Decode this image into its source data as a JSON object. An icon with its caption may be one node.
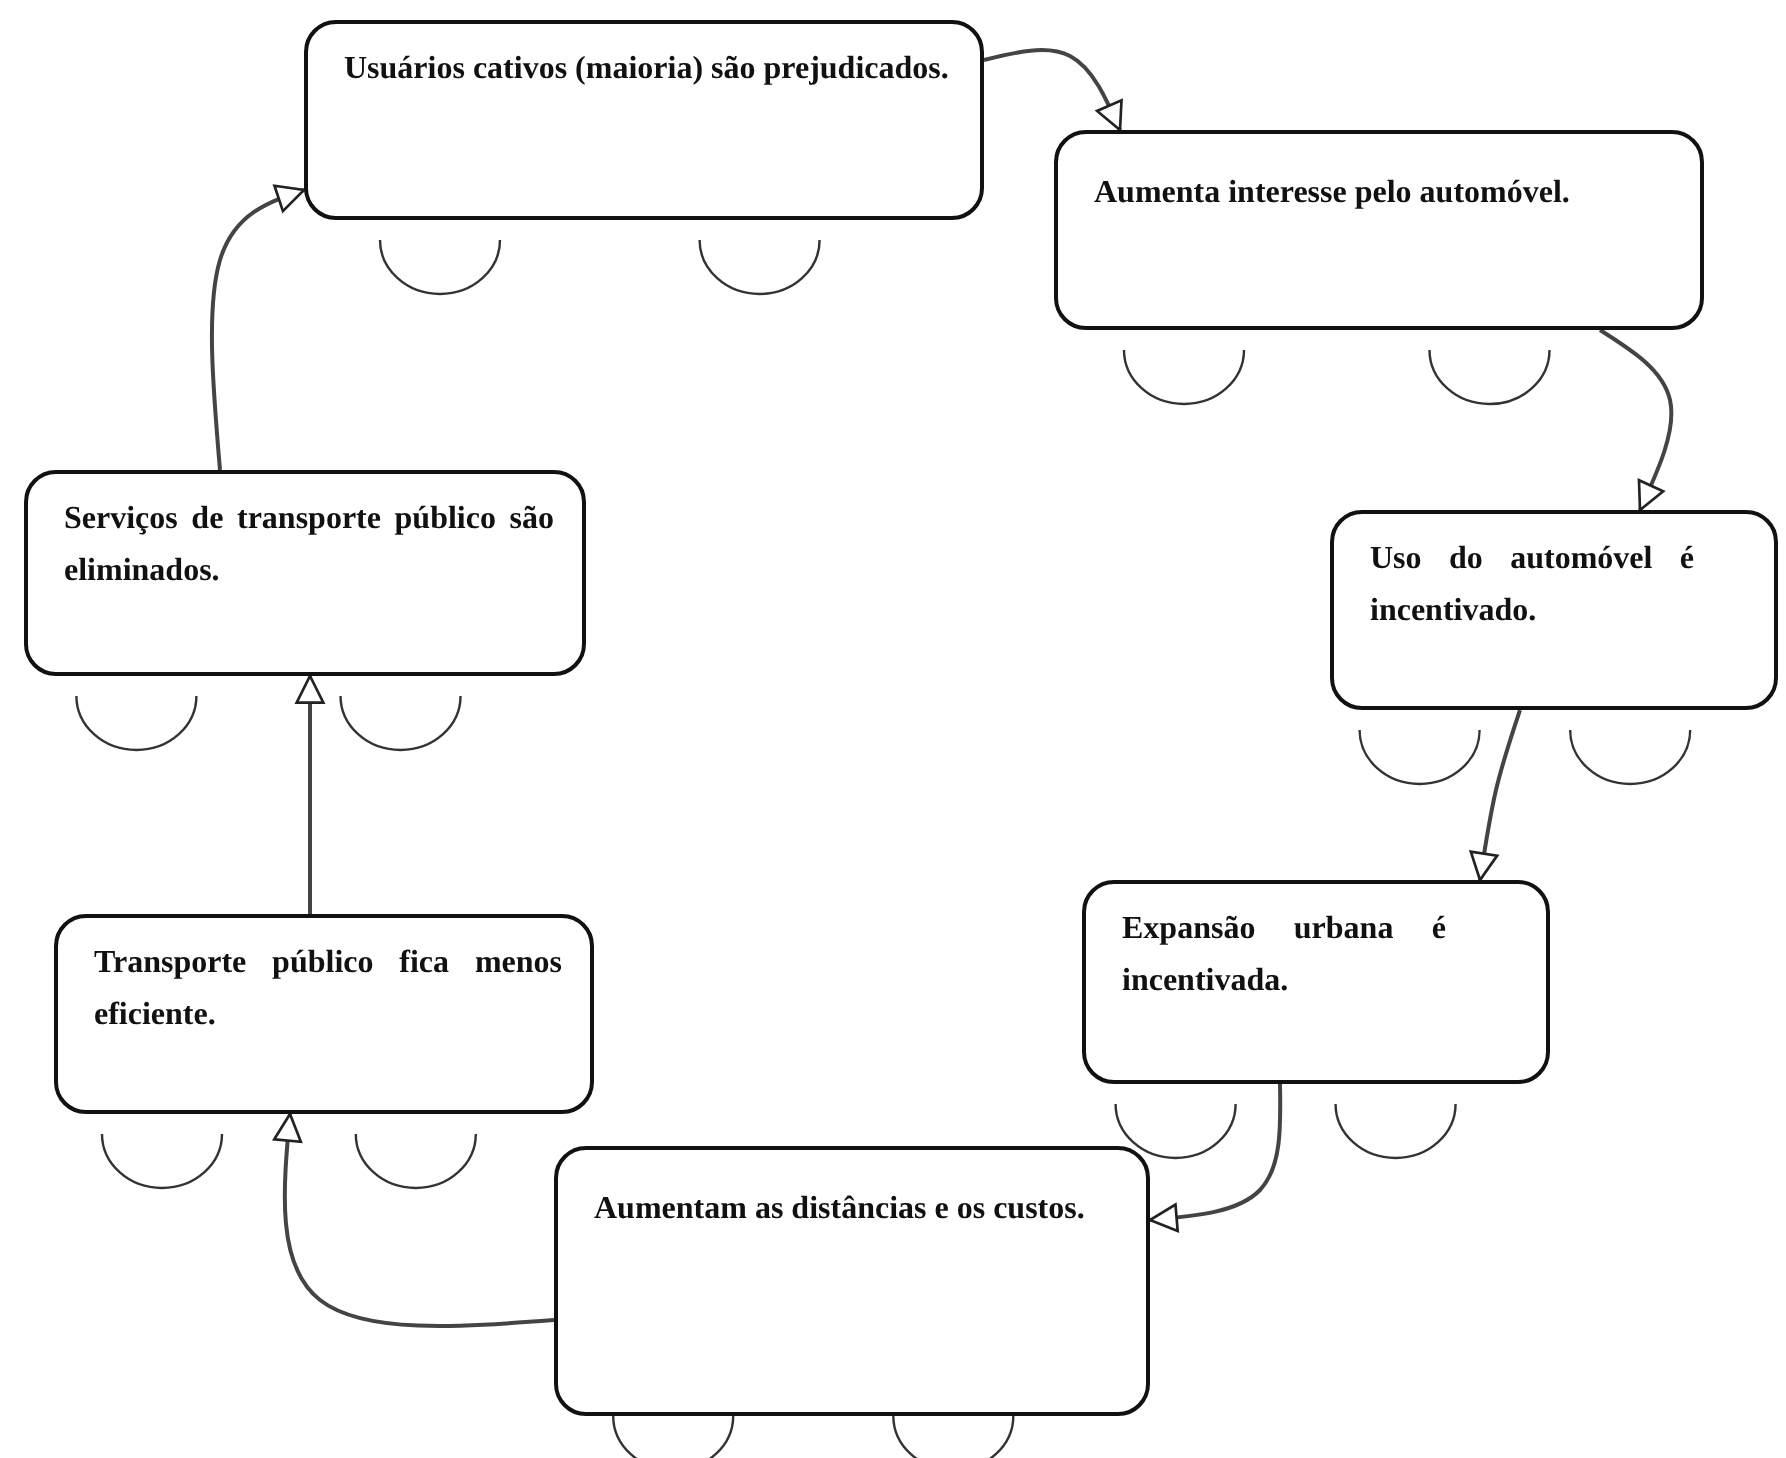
{
  "diagram": {
    "nodes": [
      {
        "text": [
          "Usuários cativos (maioria) são prejudicados."
        ]
      },
      {
        "text": [
          "Aumenta interesse pelo automóvel."
        ]
      },
      {
        "text": [
          "Uso do automóvel é incentivado."
        ]
      },
      {
        "text": [
          "Expansão urbana é incentivada."
        ]
      },
      {
        "text": [
          "Aumentam as distâncias e os custos."
        ]
      },
      {
        "text": [
          "Transporte público fica menos eficiente."
        ]
      },
      {
        "text": [
          "Serviços de transporte público são eliminados."
        ]
      }
    ],
    "edges": [
      {
        "from": 0,
        "to": 1,
        "arrow": "to"
      },
      {
        "from": 1,
        "to": 2,
        "arrow": "to"
      },
      {
        "from": 2,
        "to": 3,
        "arrow": "to"
      },
      {
        "from": 3,
        "to": 4,
        "arrow": "to"
      },
      {
        "from": 4,
        "to": 5,
        "arrow": "to"
      },
      {
        "from": 5,
        "to": 6,
        "arrow": "to"
      },
      {
        "from": 6,
        "to": 0,
        "arrow": "to"
      }
    ]
  }
}
